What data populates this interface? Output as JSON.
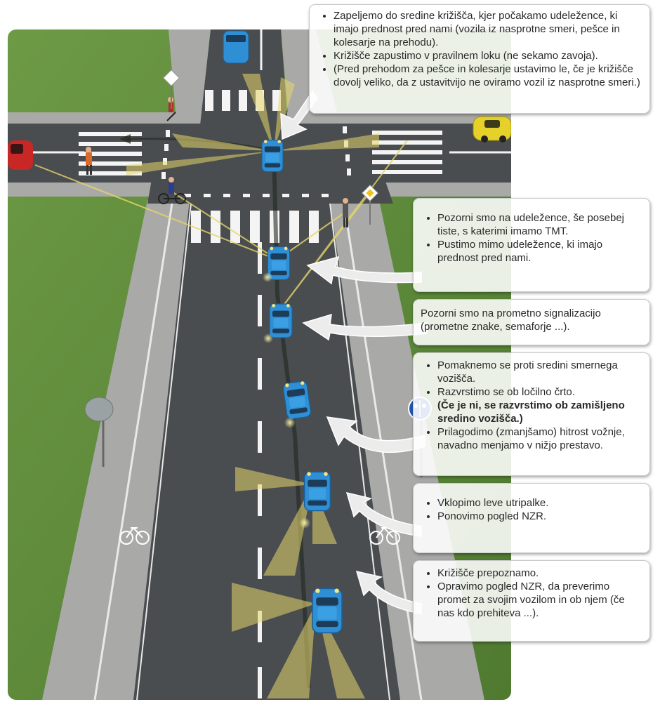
{
  "callouts": {
    "c1": {
      "items": [
        "Zapeljemo do sredine križišča, kjer počakamo udeležence, ki imajo prednost pred nami (vozila iz nasprotne smeri, pešce in kolesarje na prehodu).",
        "Križišče zapustimo v pravilnem loku (ne sekamo zavoja).",
        "(Pred prehodom za pešce in kolesarje ustavimo le, če je križišče dovolj veliko, da z ustavitvijo ne oviramo vozil iz nasprotne smeri.)"
      ]
    },
    "c2": {
      "items": [
        "Pozorni smo na udeležence, še posebej tiste, s katerimi imamo TMT.",
        "Pustimo mimo udeležence, ki imajo prednost pred nami."
      ]
    },
    "c3": {
      "text": "Pozorni smo na prometno signalizacijo (prometne znake, semaforje ...)."
    },
    "c4": {
      "item1": "Pomaknemo se proti sredini smernega vozišča.",
      "item2_plain": "Razvrstimo se ob ločilno črto.",
      "item2_bold": "(Če je ni, se razvrstimo ob zamišljeno sredino vozišča.)",
      "item3": "Prilagodimo (zmanjšamo) hitrost vožnje, navadno menjamo v nižjo prestavo."
    },
    "c5": {
      "items": [
        "Vklopimo leve utripalke.",
        "Ponovimo pogled NZR."
      ]
    },
    "c6": {
      "items": [
        "Križišče prepoznamo.",
        "Opravimo pogled NZR, da preverimo promet za svojim vozilom in ob njem (če nas kdo prehiteva ...)."
      ]
    }
  },
  "colors": {
    "grass": "#5d8a3a",
    "asphalt": "#4a4d50",
    "sidewalk": "#a9aaa8",
    "car_blue": "#2f8fd4",
    "light_cone": "#e6d66a"
  }
}
